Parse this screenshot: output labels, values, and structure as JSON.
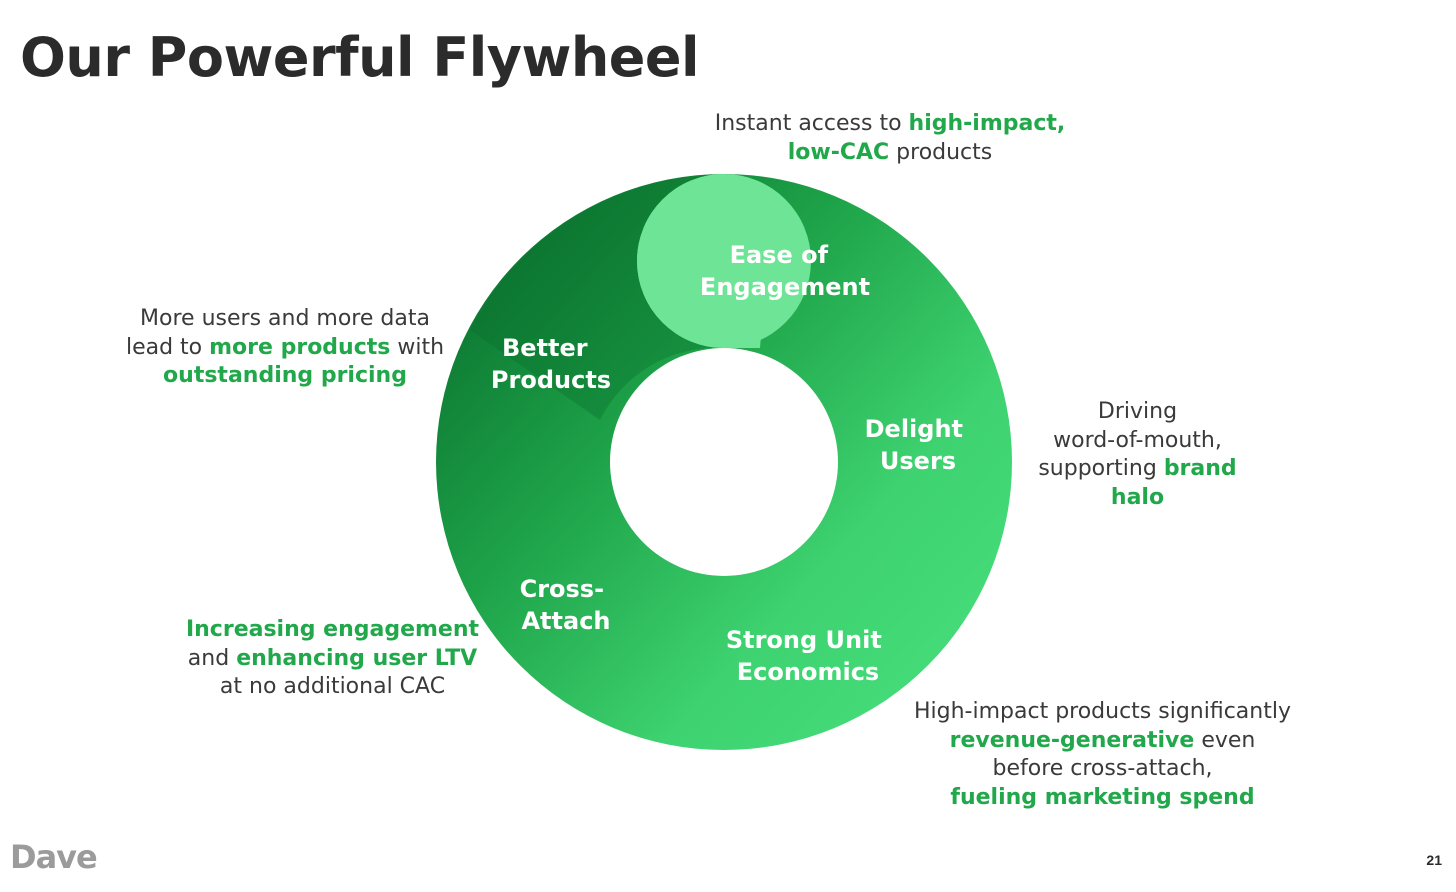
{
  "title": "Our Powerful Flywheel",
  "segments": [
    {
      "label_lines": [
        "Ease of",
        "Engagement"
      ]
    },
    {
      "label_lines": [
        "Delight",
        "Users"
      ]
    },
    {
      "label_lines": [
        "Strong Unit",
        "Economics"
      ]
    },
    {
      "label_lines": [
        "Cross-",
        "Attach"
      ]
    },
    {
      "label_lines": [
        "Better",
        "Products"
      ]
    }
  ],
  "captions": {
    "top": {
      "l1_a": "Instant access to ",
      "l1_b": "high-impact,",
      "l2_a": "low-CAC",
      "l2_b": " products"
    },
    "left": {
      "l1": "More users and more data",
      "l2_a": "lead to ",
      "l2_b": "more products",
      "l2_c": " with",
      "l3": "outstanding pricing"
    },
    "right": {
      "l1": "Driving",
      "l2": "word-of-mouth,",
      "l3_a": "supporting ",
      "l3_b": "brand",
      "l4": "halo"
    },
    "bottom_left": {
      "l1": "Increasing engagement",
      "l2_a": "and ",
      "l2_b": "enhancing user LTV",
      "l3": "at no additional CAC"
    },
    "bottom_right": {
      "l1": "High-impact products significantly",
      "l2_a": "revenue-generative",
      "l2_b": " even",
      "l3": "before cross-attach,",
      "l4": "fueling marketing spend"
    }
  },
  "logo": "Dave",
  "page_number": "21",
  "colors": {
    "accent_text": "#20a84a",
    "ring_light": "#45dc7a",
    "ring_dark": "#0c7d32",
    "lobe": "#6fe496"
  }
}
